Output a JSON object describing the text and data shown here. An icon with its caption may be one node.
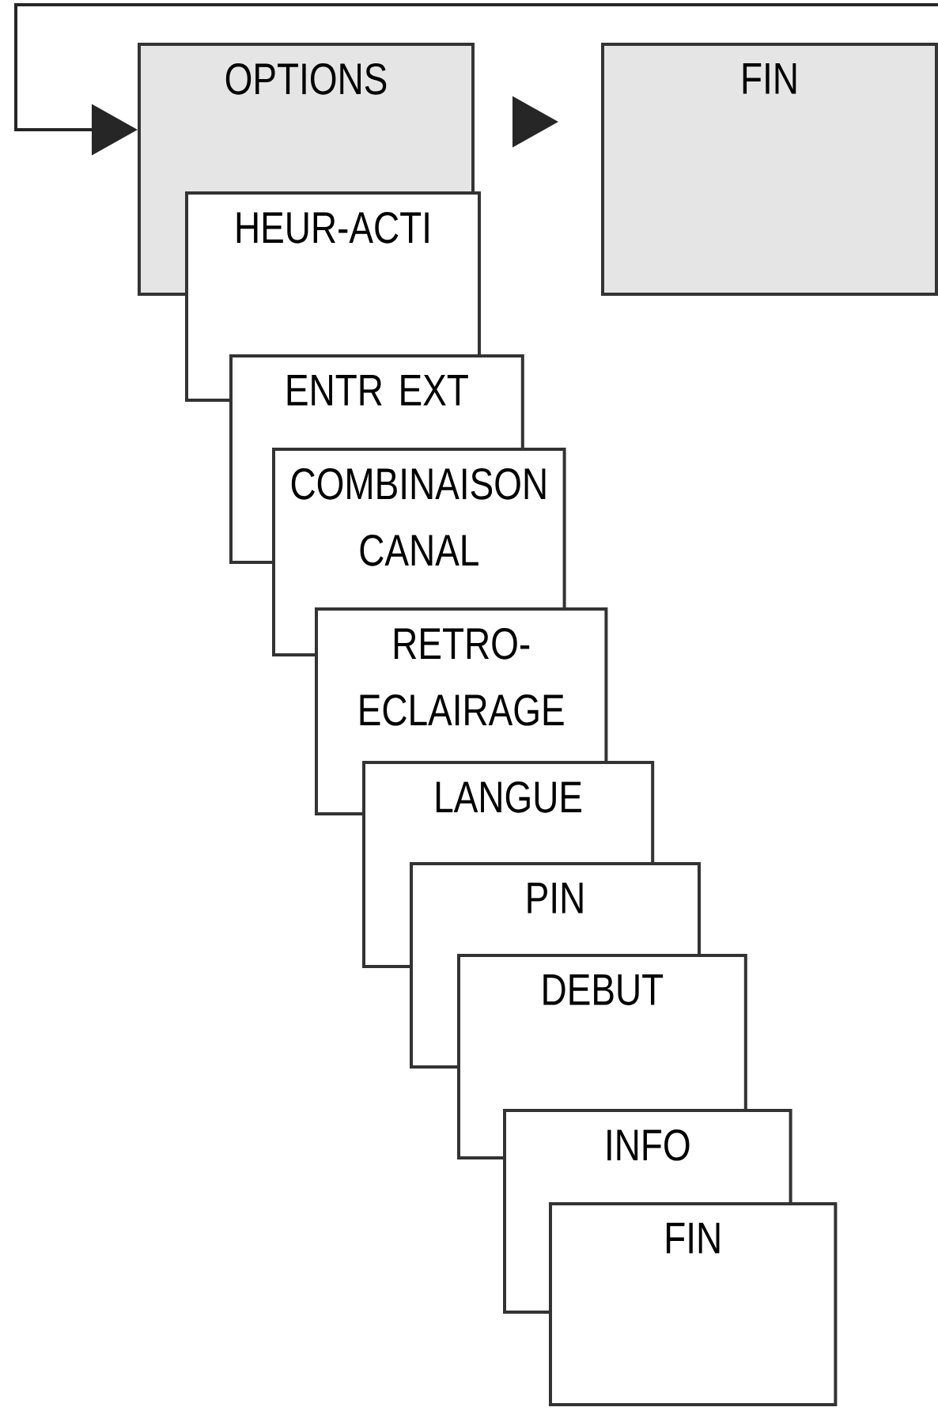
{
  "diagram": {
    "nodes": [
      {
        "text": [
          "OPTIONS"
        ]
      },
      {
        "text": [
          "FIN"
        ]
      },
      {
        "text": [
          "HEUR-ACTI"
        ]
      },
      {
        "text": [
          "ENTR EXT"
        ]
      },
      {
        "text": [
          "COMBINAISON CANAL"
        ]
      },
      {
        "text": [
          "RETRO-ECLAIRAGE"
        ]
      },
      {
        "text": [
          "LANGUE"
        ]
      },
      {
        "text": [
          "PIN"
        ]
      },
      {
        "text": [
          "DEBUT"
        ]
      },
      {
        "text": [
          "INFO"
        ]
      },
      {
        "text": [
          "FIN"
        ]
      }
    ],
    "edges": [
      {
        "from": null,
        "to": 0,
        "arrow": "to"
      },
      {
        "from": 0,
        "to": 1,
        "arrow": "to"
      }
    ]
  }
}
